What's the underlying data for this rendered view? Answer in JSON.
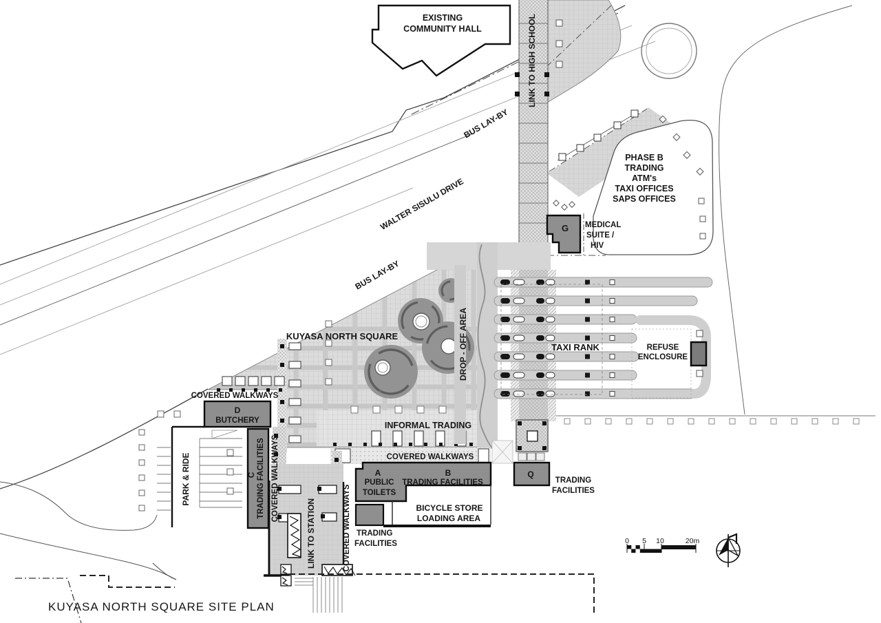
{
  "title": "KUYASA NORTH SQUARE SITE PLAN",
  "roads": {
    "walter_sisulu_drive": "WALTER SISULU DRIVE",
    "bus_layby_upper": "BUS LAY-BY",
    "bus_layby_lower": "BUS LAY-BY"
  },
  "links": {
    "high_school": "LINK TO HIGH SCHOOL",
    "station": "LINK TO STATION"
  },
  "areas": {
    "community_hall": [
      "EXISTING",
      "COMMUNITY HALL"
    ],
    "phase_b": [
      "PHASE B",
      "TRADING",
      "ATM's",
      "TAXI OFFICES",
      "SAPS OFFICES"
    ],
    "kuyasa_square": "KUYASA NORTH SQUARE",
    "drop_off": "DROP - OFF AREA",
    "taxi_rank": "TAXI RANK",
    "refuse": [
      "REFUSE",
      "ENCLOSURE"
    ],
    "informal_trading": "INFORMAL TRADING",
    "covered_walkways": "COVERED WALKWAYS",
    "park_and_ride": "PARK & RIDE",
    "loading": [
      "BICYCLE STORE",
      "LOADING AREA"
    ],
    "trading_facilities": [
      "TRADING",
      "FACILITIES"
    ]
  },
  "buildings": {
    "a": {
      "letter": "A",
      "label_1": "PUBLIC",
      "label_2": "TOILETS"
    },
    "b": {
      "letter": "B",
      "label": "TRADING FACILITIES"
    },
    "c": {
      "letter": "C",
      "label": "TRADING FACILITIES"
    },
    "d": {
      "letter": "D",
      "label": "BUTCHERY"
    },
    "g": {
      "letter": "G",
      "label": [
        "MEDICAL",
        "SUITE /",
        "HIV"
      ]
    },
    "q": {
      "letter": "Q",
      "label_1": "TRADING",
      "label_2": "FACILITIES"
    }
  },
  "scale_bar": {
    "ticks": [
      "0",
      "5",
      "10",
      "20m"
    ]
  },
  "icons": {
    "north_arrow": "north-arrow"
  },
  "colors": {
    "building_fill": "#8f8f8f",
    "paving": "#dcdcdc",
    "corridor": "#d6d6d6",
    "road_line": "#444444",
    "ink": "#161616"
  }
}
